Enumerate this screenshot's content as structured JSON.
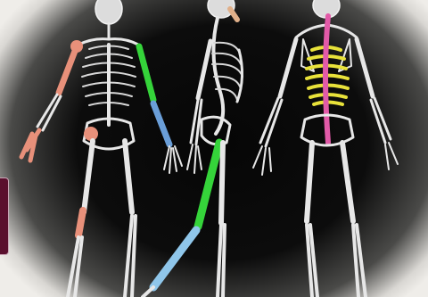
{
  "image": {
    "subject": "skeleton-illustrations",
    "figures": [
      "front-view",
      "side-view",
      "back-view"
    ],
    "highlight_colors": {
      "salmon": "#e8907a",
      "green": "#35d43a",
      "blue": "#6a9ed8",
      "light_blue": "#8fc6ea",
      "yellow": "#e8e23a",
      "pink": "#e25aa8"
    },
    "background_color": "#080808",
    "vignette_color": "#e9e7e4",
    "tab_color": "#5a0f2d"
  }
}
